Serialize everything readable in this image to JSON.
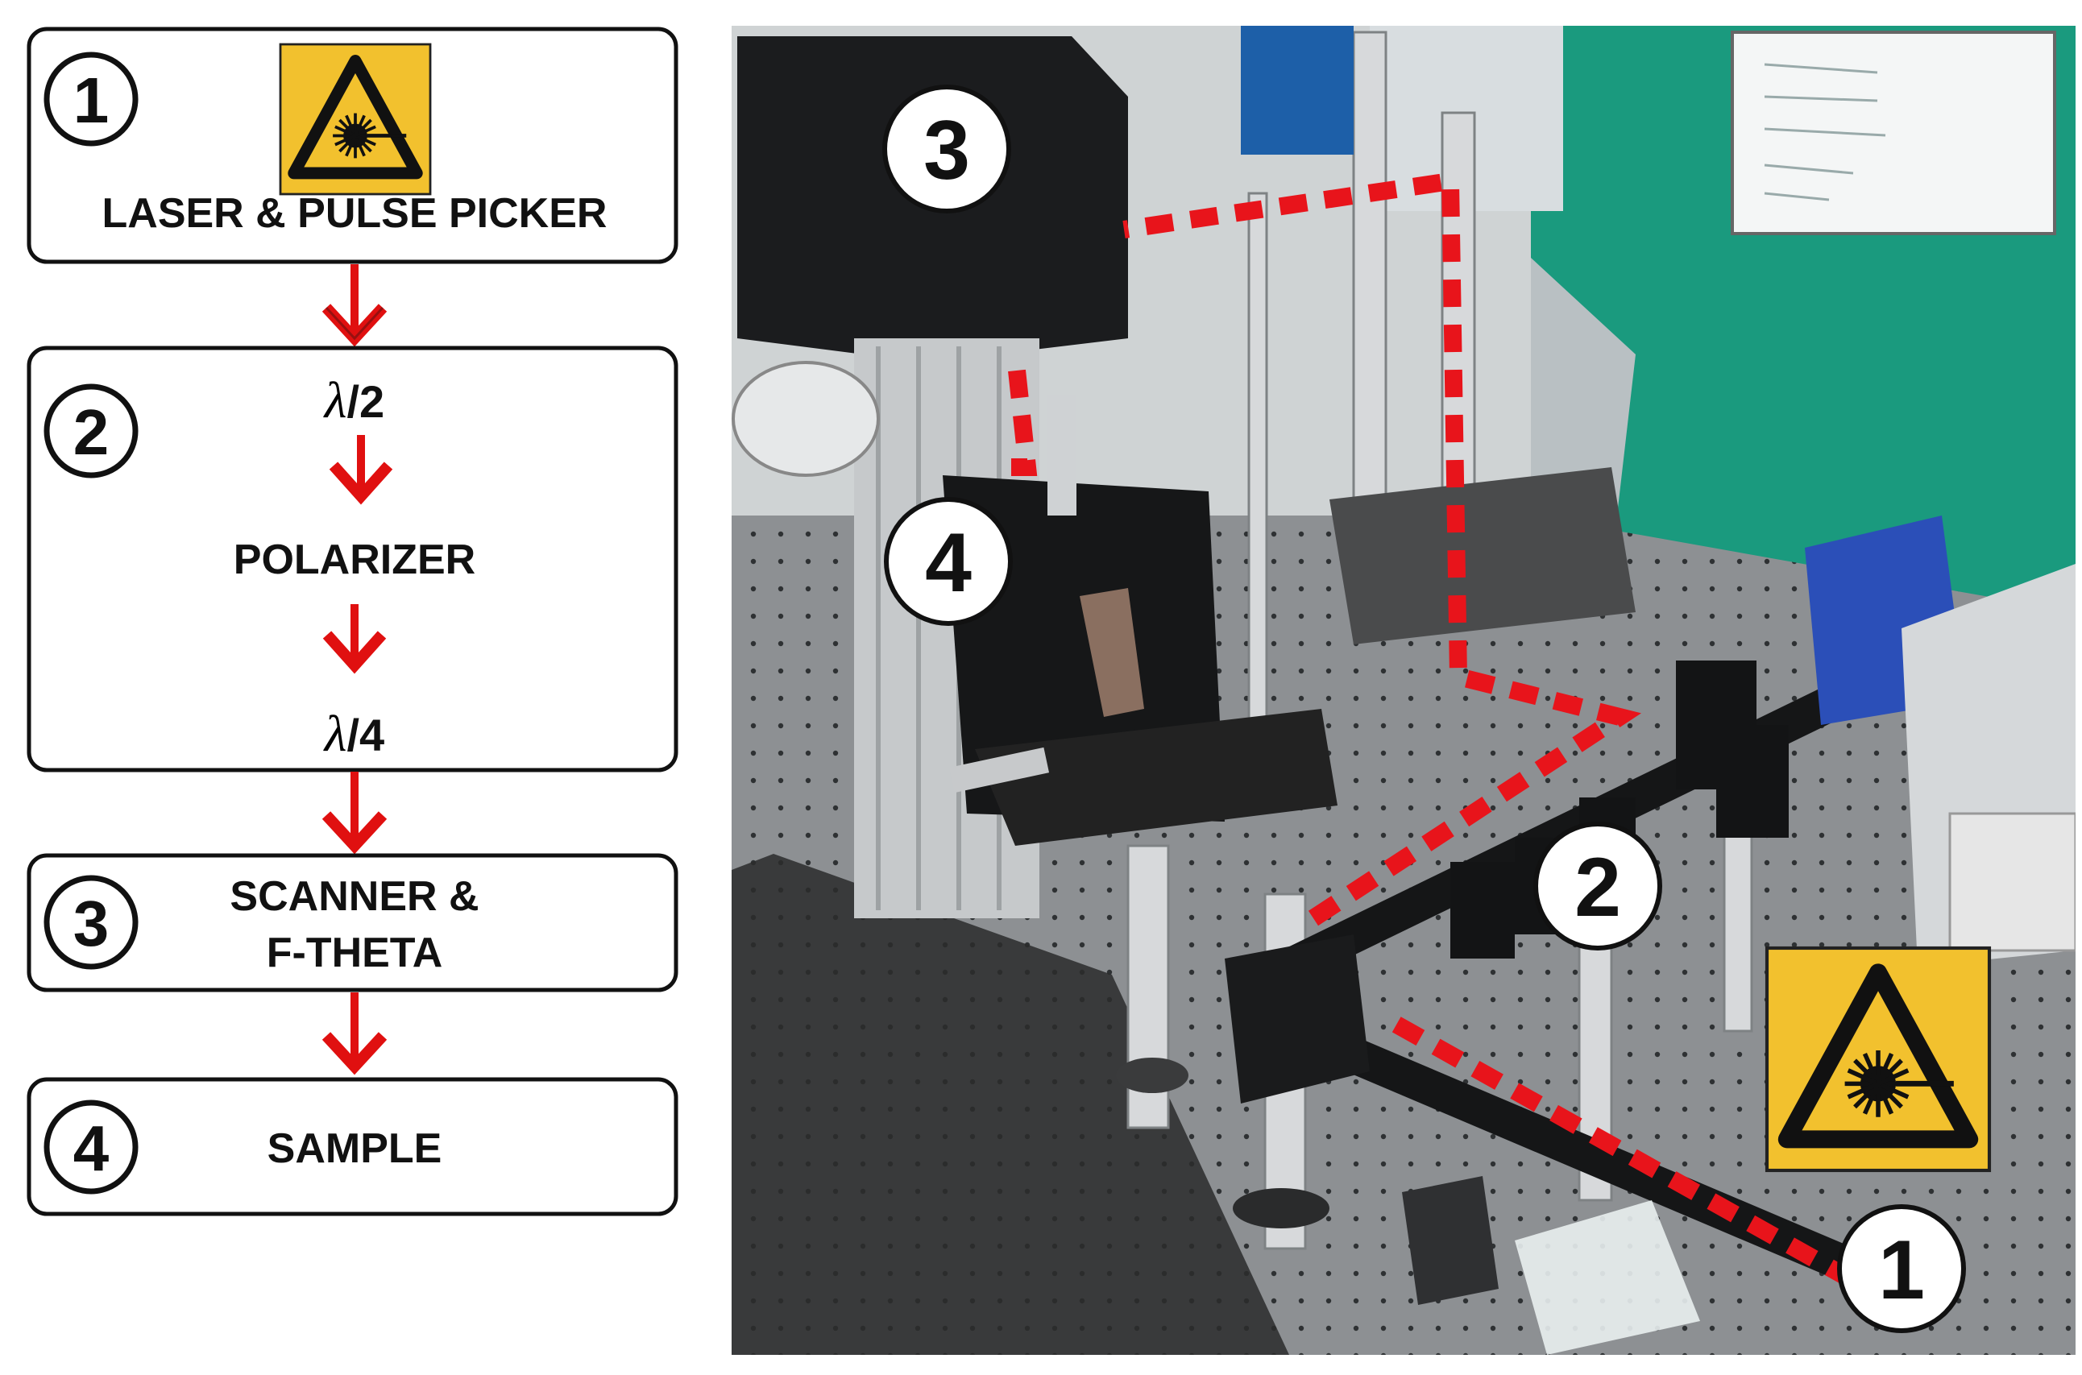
{
  "flowchart": {
    "steps": [
      {
        "number": "1",
        "label": "LASER & PULSE PICKER"
      },
      {
        "number": "2",
        "sub_items": [
          {
            "symbol": "λ",
            "suffix": "/2"
          },
          {
            "label": "POLARIZER"
          },
          {
            "symbol": "λ",
            "suffix": "/4"
          }
        ]
      },
      {
        "number": "3",
        "label_lines": [
          "SCANNER &",
          "F-THETA"
        ]
      },
      {
        "number": "4",
        "label": "SAMPLE"
      }
    ]
  },
  "photo": {
    "markers": [
      "3",
      "4",
      "2",
      "1"
    ]
  },
  "colors": {
    "arrow": "#e01010",
    "beam_path": "#e8141b",
    "box_border": "#111111",
    "warning_yellow": "#f2c12e",
    "wall_green": "#1a9a7e",
    "table_gray": "#8f9294"
  },
  "icons": [
    "laser-warning-icon"
  ]
}
